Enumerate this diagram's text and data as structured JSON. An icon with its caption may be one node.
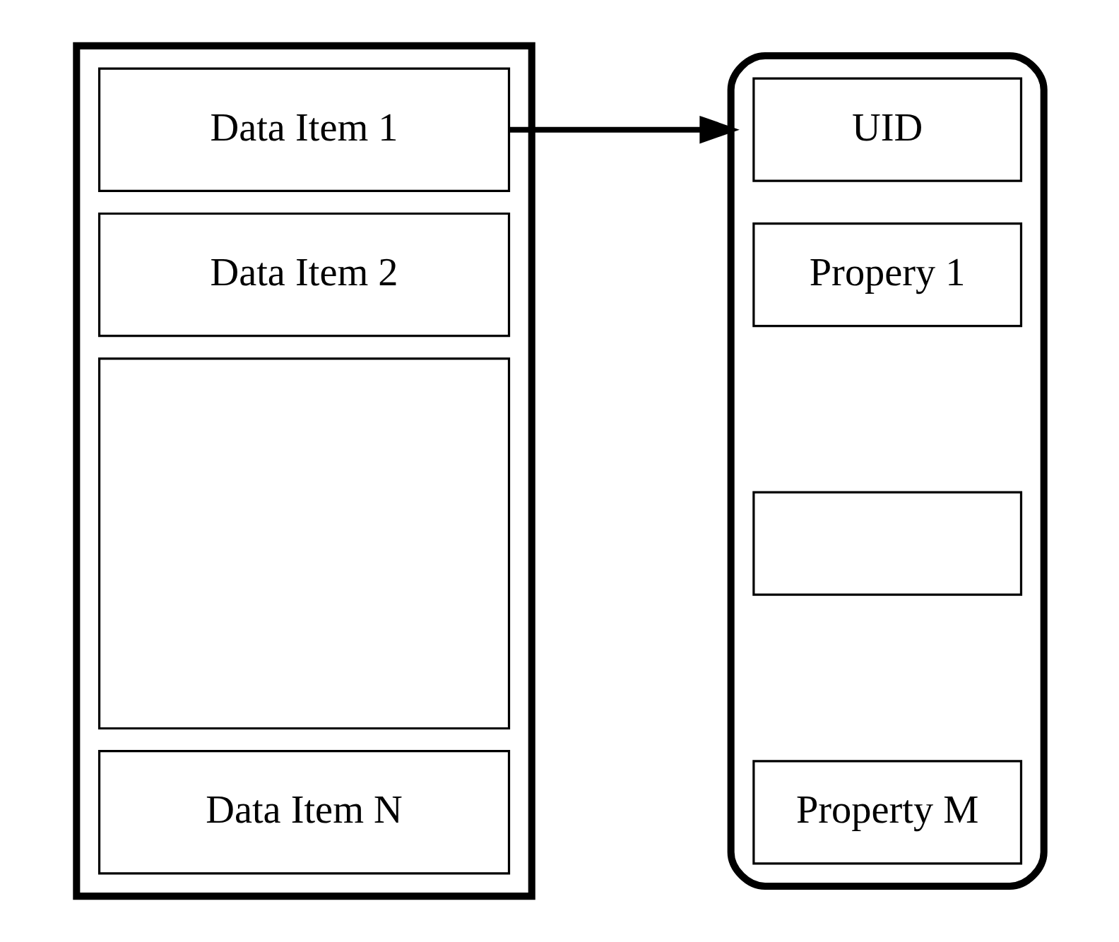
{
  "diagram": {
    "nodes": [
      {
        "text": [],
        "shape": "box"
      },
      {
        "text": [
          "Data Item 1"
        ],
        "in": 0
      },
      {
        "text": [
          "Data Item 2"
        ],
        "in": 0
      },
      {
        "text": [],
        "shape": "box",
        "in": 0
      },
      {
        "text": [
          "Data Item N"
        ],
        "in": 0
      },
      {
        "text": [],
        "shape": "box"
      },
      {
        "text": [
          "UID"
        ],
        "in": 5
      },
      {
        "text": [
          "Propery 1"
        ],
        "in": 5
      },
      {
        "text": [],
        "shape": "box",
        "in": 5
      },
      {
        "text": [
          "Property M"
        ],
        "in": 5
      }
    ],
    "edges": [
      {
        "from": 1,
        "to": 5,
        "arrow": "to"
      }
    ]
  }
}
